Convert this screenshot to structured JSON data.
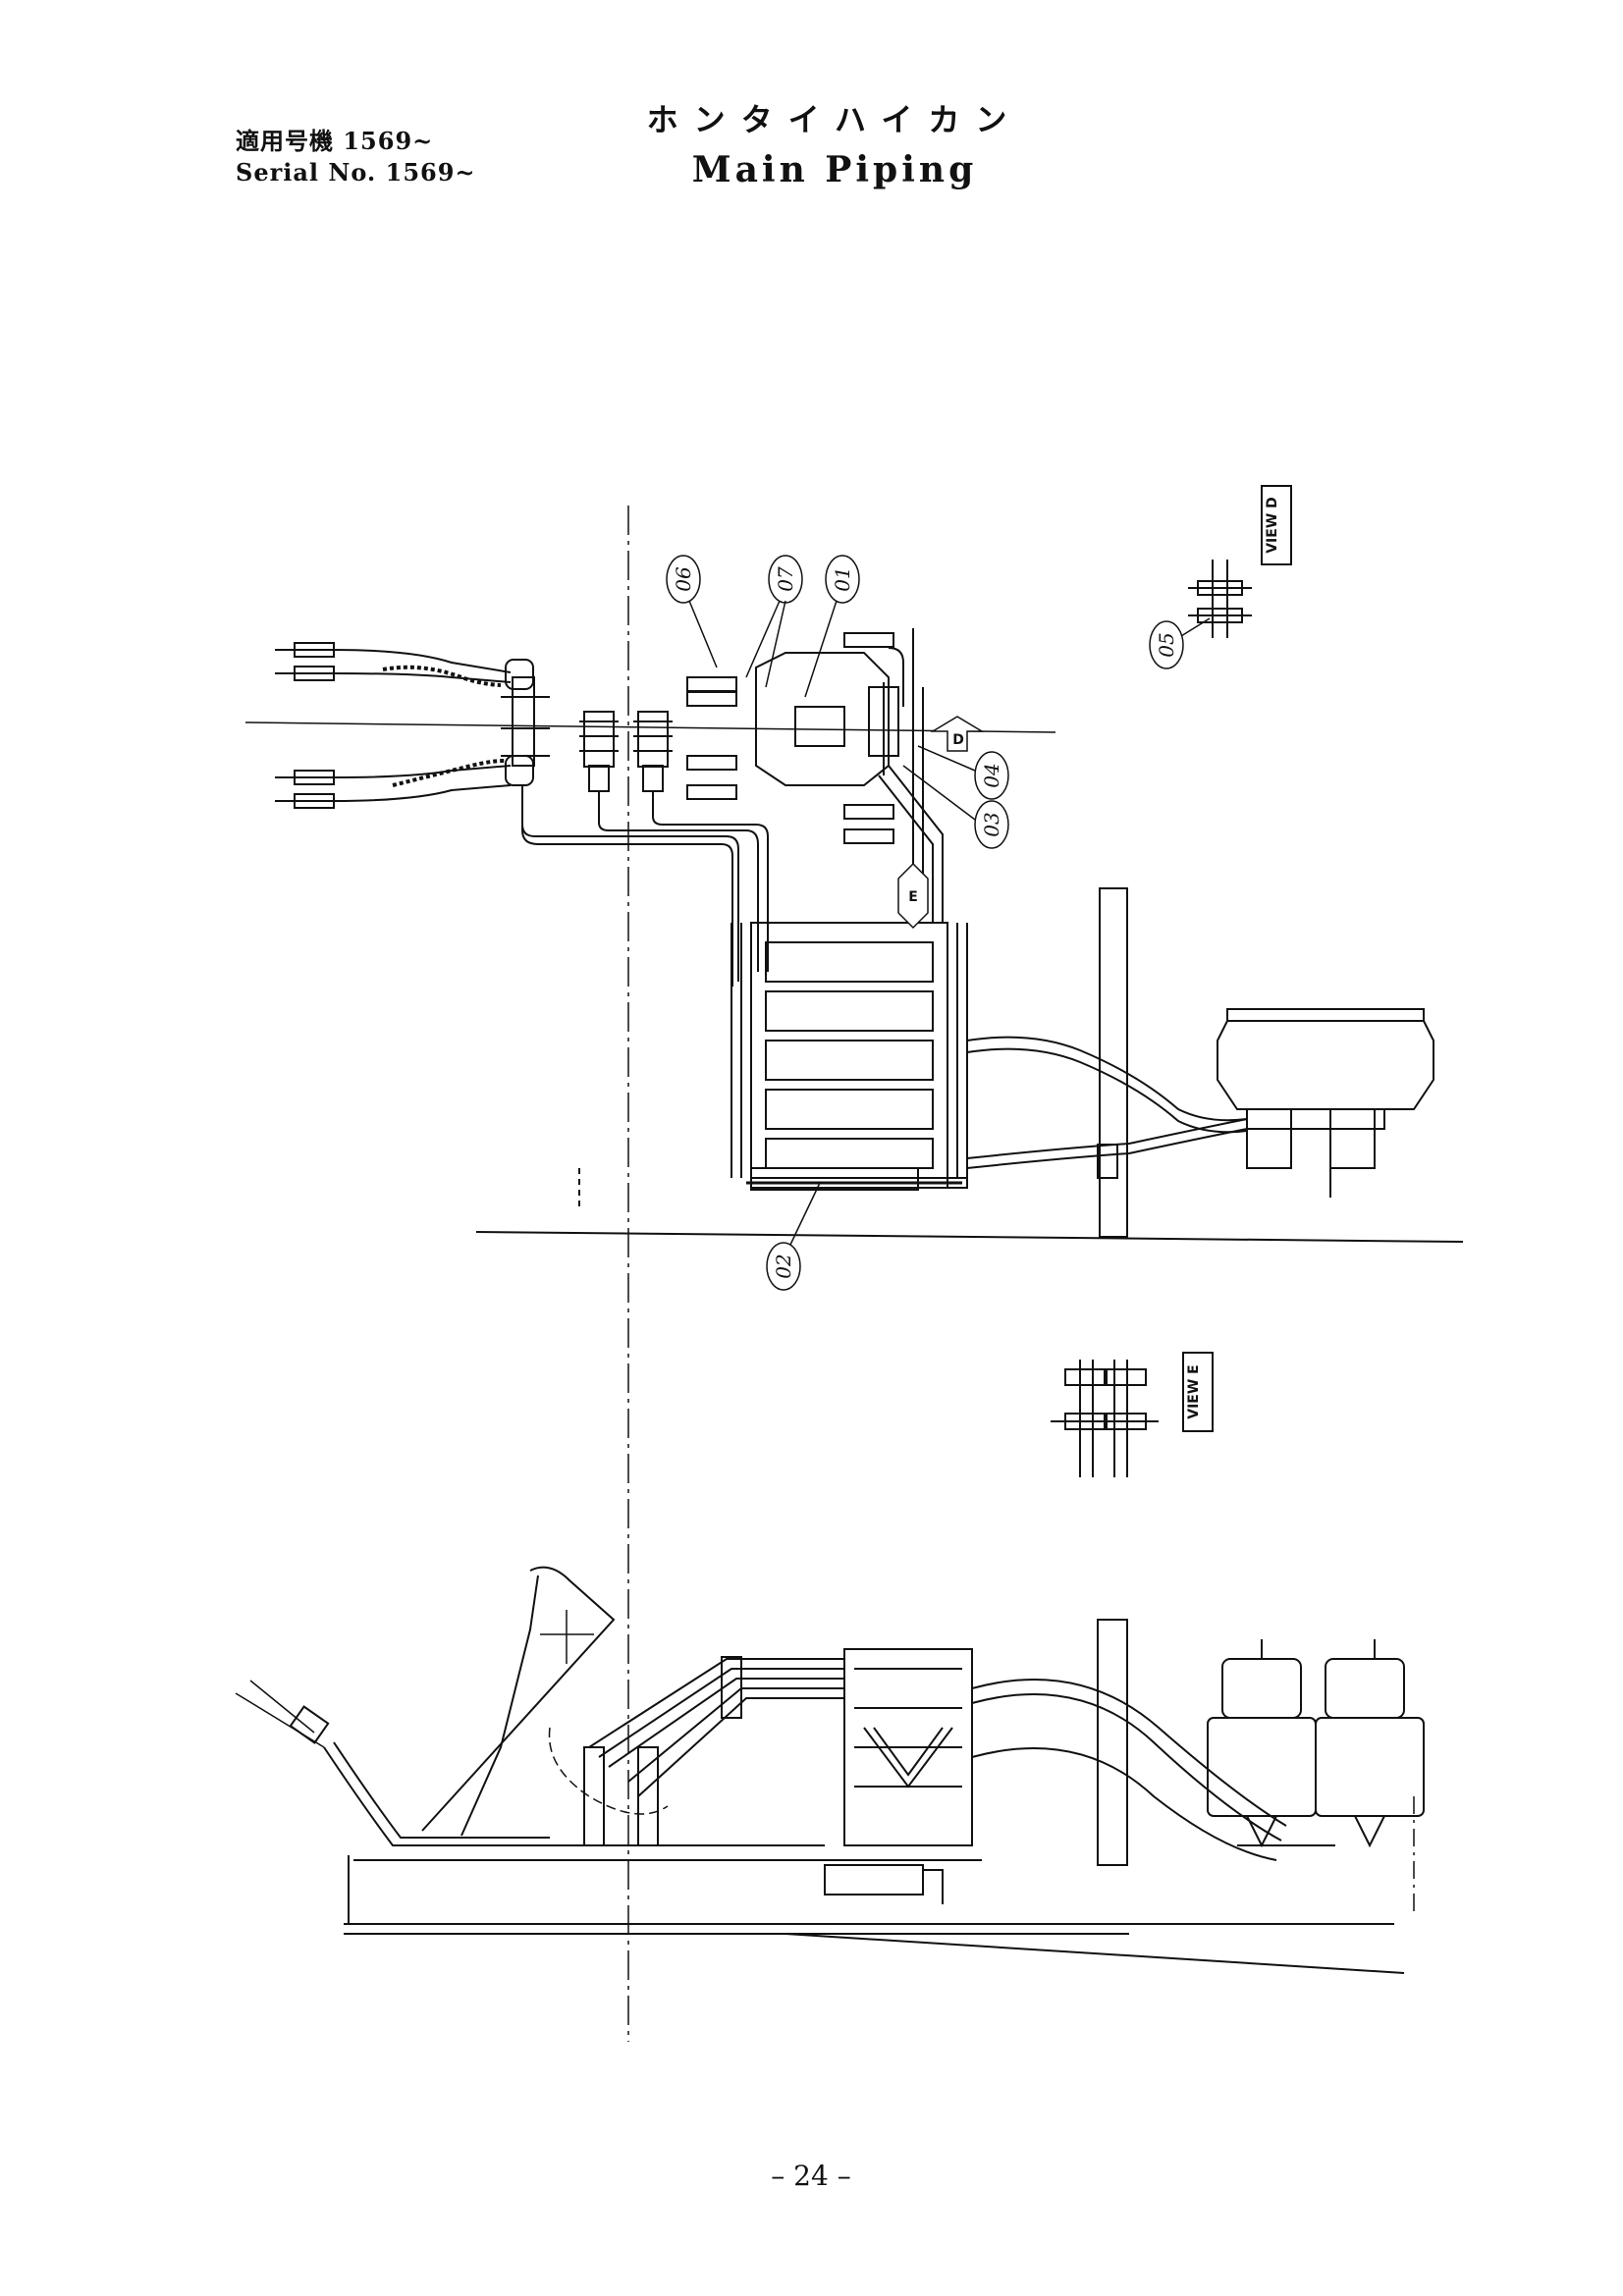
{
  "header": {
    "serial_jp": "適用号機 1569~",
    "serial_en": "Serial No. 1569~",
    "title_jp": "ホンタイハイカン",
    "title_en": "Main Piping"
  },
  "callouts": {
    "c01": "01",
    "c02": "02",
    "c03": "03",
    "c04": "04",
    "c05": "05",
    "c06": "06",
    "c07": "07"
  },
  "views": {
    "view_d": "VIEW D",
    "view_e": "VIEW E",
    "marker_d": "D",
    "marker_e": "E"
  },
  "footer": {
    "page_number": "– 24 –"
  }
}
